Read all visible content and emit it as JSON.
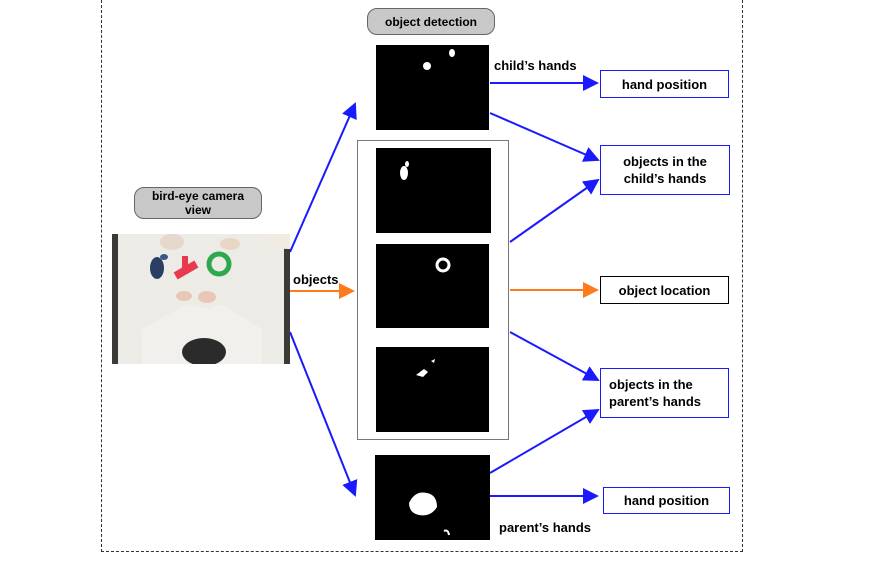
{
  "header": {
    "title": "object detection"
  },
  "camera": {
    "label": "bird-eye camera view"
  },
  "labels": {
    "objects": "objects",
    "child_hands": "child’s hands",
    "parent_hands": "parent’s hands"
  },
  "outputs": {
    "hand_position_top": "hand position",
    "objects_child": "objects in the child’s hands",
    "object_location": "object location",
    "objects_parent": "objects in the parent’s hands",
    "hand_position_bottom": "hand position"
  },
  "colors": {
    "blue_arrow": "#1a1aff",
    "orange_arrow": "#ff7a1a"
  }
}
